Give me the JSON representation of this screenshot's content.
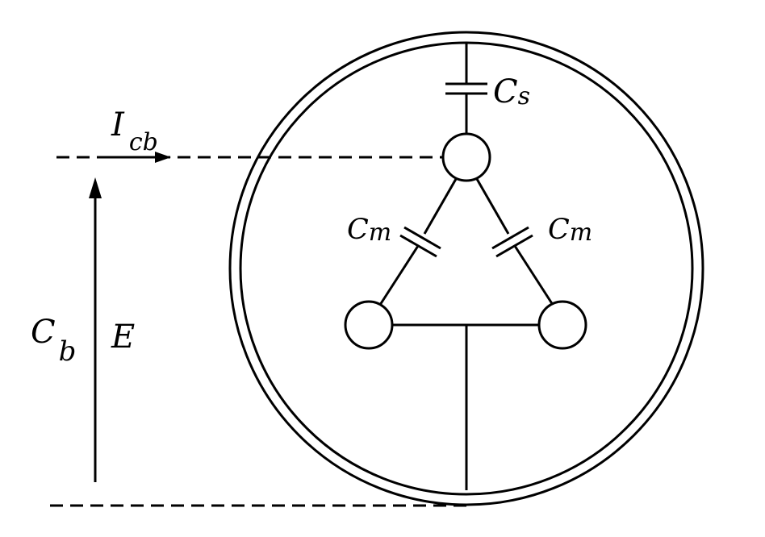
{
  "labels": {
    "cs": {
      "main": "C",
      "sub": "s"
    },
    "icb": {
      "main": "I",
      "sub": "cb"
    },
    "cm_left": {
      "main": "C",
      "sub": "m"
    },
    "cm_right": {
      "main": "C",
      "sub": "m"
    },
    "cb": {
      "main": "C",
      "sub": "b"
    },
    "e": "E"
  }
}
